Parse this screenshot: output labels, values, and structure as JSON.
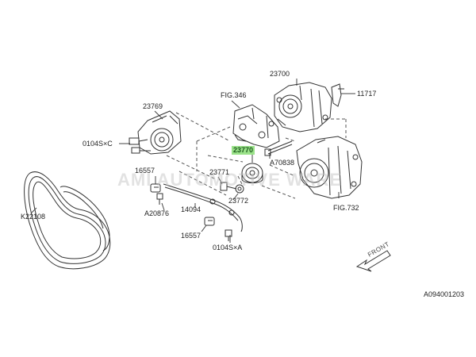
{
  "watermark": "AMI AUTOMOTIVE WARE",
  "parts": {
    "p23700": "23700",
    "p11717": "11717",
    "fig346": "FIG.346",
    "p23769": "23769",
    "p0104c": "0104S×C",
    "p23770": "23770",
    "a70838": "A70838",
    "p16557a": "16557",
    "p23771": "23771",
    "p23772": "23772",
    "k22108": "K22108",
    "a20876": "A20876",
    "p14094": "14094",
    "fig732": "FIG.732",
    "p16557b": "16557",
    "p0104a": "0104S×A"
  },
  "front_label": "FRONT",
  "diagram_id": "A094001203",
  "highlight_color": "#9be28a"
}
